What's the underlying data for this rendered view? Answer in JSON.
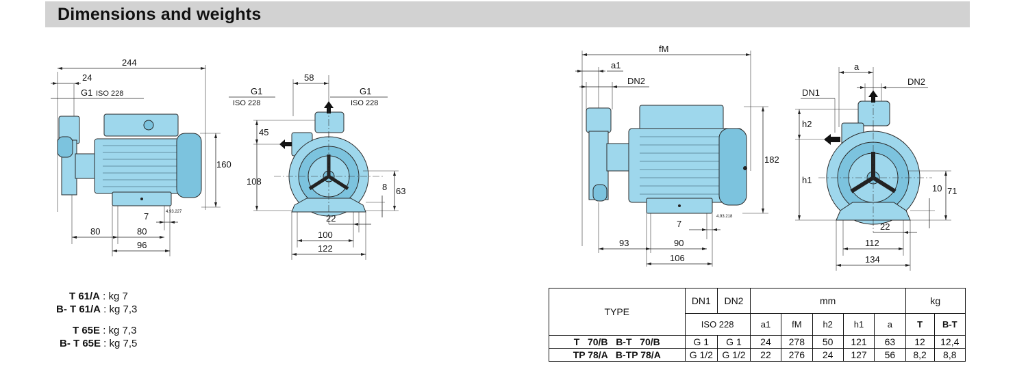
{
  "title": "Dimensions and weights",
  "drawings": {
    "side_left": {
      "d_244": "244",
      "d_24": "24",
      "d_g1": "G1",
      "d_iso": "ISO 228",
      "d_160": "160",
      "d_7": "7",
      "d_80a": "80",
      "d_80b": "80",
      "d_96": "96",
      "ref": "4.93.227"
    },
    "front_left": {
      "g1_left": "G1",
      "iso_left": "ISO 228",
      "g1_right": "G1",
      "iso_right": "ISO 228",
      "d_58": "58",
      "d_45": "45",
      "d_108": "108",
      "d_8": "8",
      "d_63": "63",
      "d_22": "22",
      "d_100": "100",
      "d_122": "122"
    },
    "side_right": {
      "d_fm": "fM",
      "d_a1": "a1",
      "d_dn2": "DN2",
      "d_182": "182",
      "d_7": "7",
      "d_93": "93",
      "d_90": "90",
      "d_106": "106",
      "ref": "4.93.218"
    },
    "front_right": {
      "d_a": "a",
      "d_dn2": "DN2",
      "d_dn1": "DN1",
      "d_h2": "h2",
      "d_h1": "h1",
      "d_10": "10",
      "d_71": "71",
      "d_22": "22",
      "d_112": "112",
      "d_134": "134"
    }
  },
  "weights": [
    {
      "model": "T 61/A",
      "sep": " : ",
      "value": "kg 7"
    },
    {
      "model": "B- T 61/A",
      "sep": " : ",
      "value": "kg 7,3"
    },
    {
      "model": "T 65E",
      "sep": " : ",
      "value": "kg 7,3"
    },
    {
      "model": "B- T 65E",
      "sep": " : ",
      "value": "kg 7,5"
    }
  ],
  "table": {
    "type_header": "TYPE",
    "dn1": "DN1",
    "dn2": "DN2",
    "iso": "ISO 228",
    "mm": "mm",
    "kg": "kg",
    "cols": [
      "a1",
      "fM",
      "h2",
      "h1",
      "a"
    ],
    "kg_cols": [
      "T",
      "B-T"
    ],
    "rows": [
      {
        "type": "T   70/B   B-T   70/B",
        "dn1": "G 1",
        "dn2": "G 1",
        "a1": "24",
        "fM": "278",
        "h2": "50",
        "h1": "121",
        "a": "63",
        "T": "12",
        "BT": "12,4"
      },
      {
        "type": "TP 78/A   B-TP 78/A",
        "dn1": "G 1/2",
        "dn2": "G 1/2",
        "a1": "22",
        "fM": "276",
        "h2": "24",
        "h1": "127",
        "a": "56",
        "T": "8,2",
        "BT": "8,8"
      }
    ]
  }
}
